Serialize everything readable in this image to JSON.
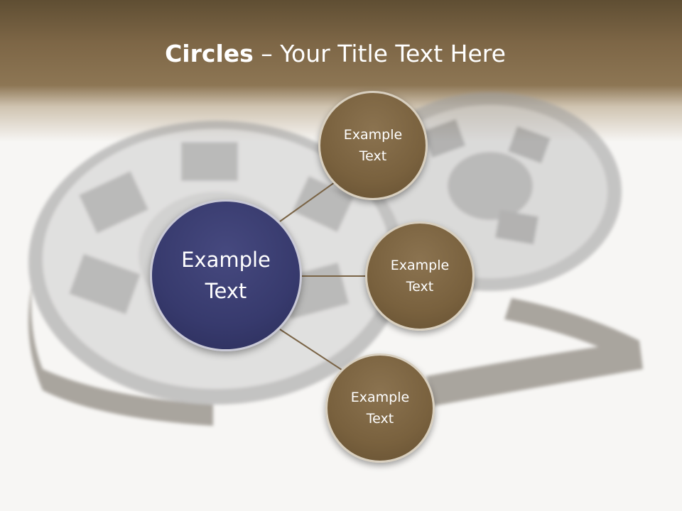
{
  "slide": {
    "title_bold": "Circles",
    "title_rest": " – Your Title Text Here"
  },
  "diagram": {
    "center": {
      "label": "Example\nText"
    },
    "satellites": [
      {
        "label": "Example\nText"
      },
      {
        "label": "Example\nText"
      },
      {
        "label": "Example\nText"
      }
    ]
  },
  "colors": {
    "header": "#7d6646",
    "center_circle": "#373a6d",
    "satellite_circle": "#79613e",
    "connector": "#7a6446"
  }
}
